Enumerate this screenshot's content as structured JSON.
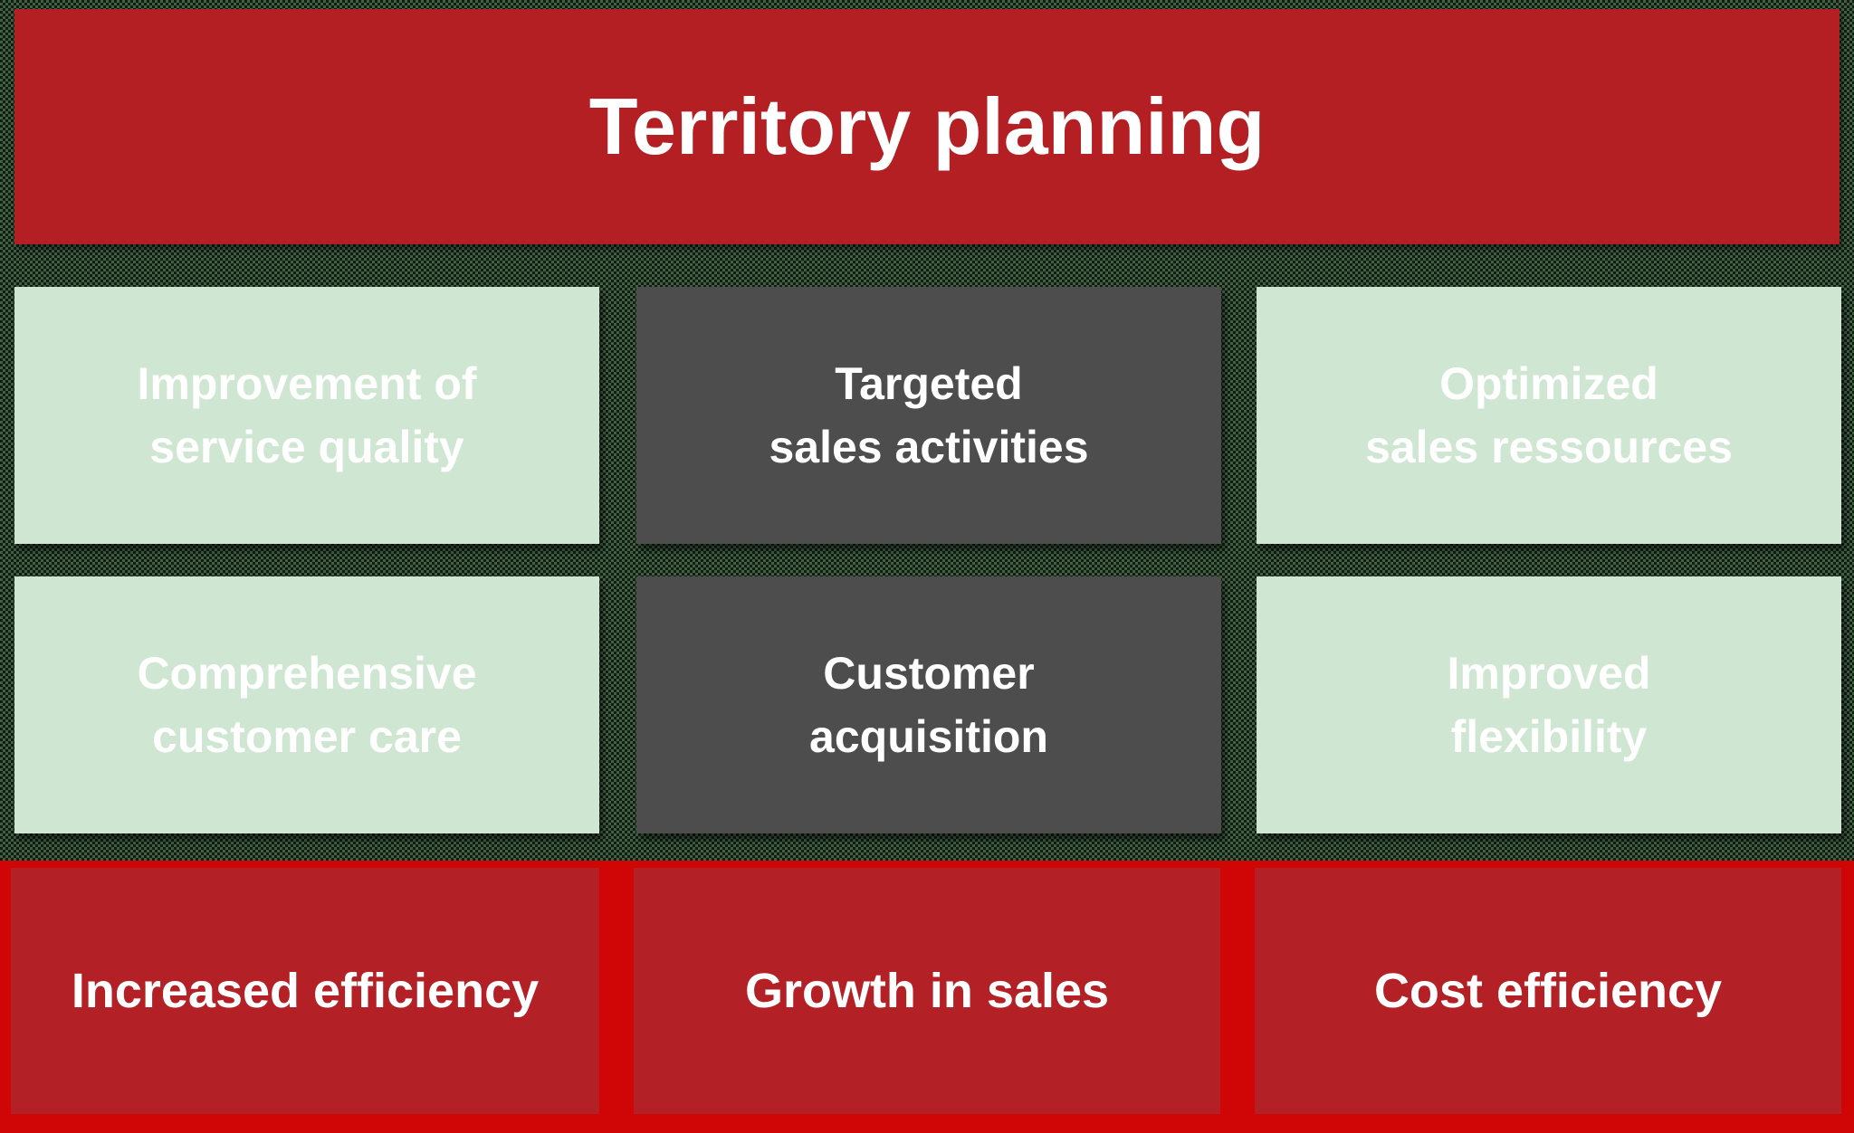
{
  "title": "Territory planning",
  "colors": {
    "banner_red": "#b41f24",
    "light_green_box": "#cfe6d2",
    "dark_gray_box": "#4d4d4d",
    "bottom_strip_red": "#d00505",
    "bottom_box_red": "#b32025",
    "text_white": "#ffffff"
  },
  "grid": {
    "cells": [
      {
        "line1": "Improvement of",
        "line2": "service quality",
        "variant": "green"
      },
      {
        "line1": "Targeted",
        "line2": "sales activities",
        "variant": "dark"
      },
      {
        "line1": "Optimized",
        "line2": "sales ressources",
        "variant": "green"
      },
      {
        "line1": "Comprehensive",
        "line2": "customer care",
        "variant": "green"
      },
      {
        "line1": "Customer",
        "line2": "acquisition",
        "variant": "dark"
      },
      {
        "line1": "Improved",
        "line2": "flexibility",
        "variant": "green"
      }
    ]
  },
  "bottom": {
    "items": [
      {
        "label": "Increased efficiency"
      },
      {
        "label": "Growth in sales"
      },
      {
        "label": "Cost efficiency"
      }
    ]
  }
}
